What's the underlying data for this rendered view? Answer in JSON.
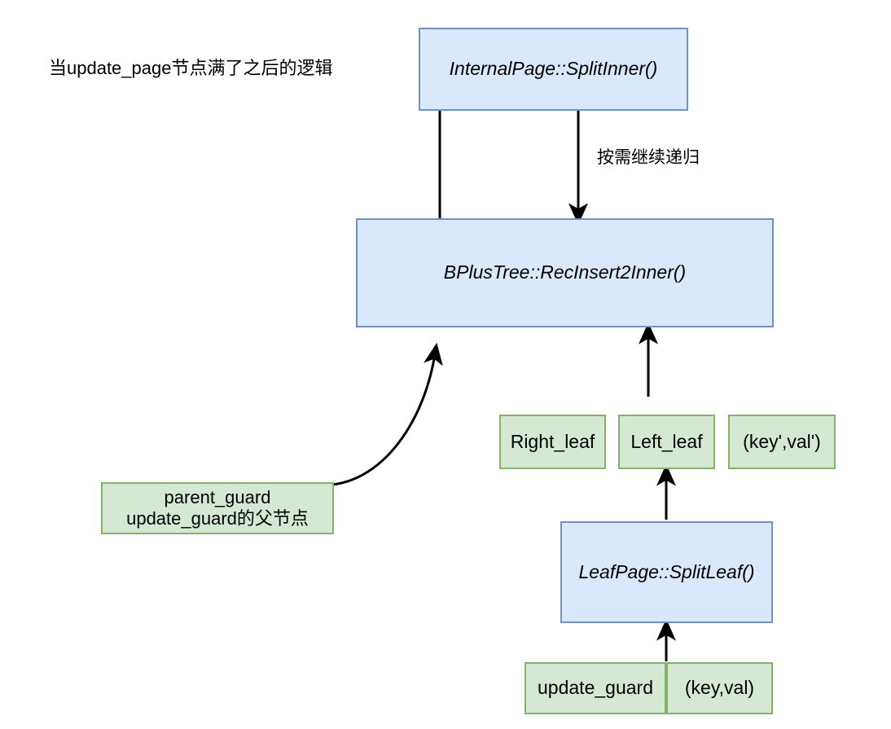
{
  "diagram": {
    "title_note": "当update_page节点满了之后的逻辑",
    "colors": {
      "blue_fill": "#dae8fc",
      "blue_stroke": "#7191c4",
      "green_fill": "#d5e8d4",
      "green_stroke": "#82b366",
      "edge_stroke": "#000000",
      "background": "#ffffff"
    },
    "nodes": {
      "split_inner": "InternalPage::SplitInner()",
      "rec_insert_2_inner": "BPlusTree::RecInsert2Inner()",
      "right_leaf": "Right_leaf",
      "left_leaf": "Left_leaf",
      "key_val_prime": "(key',val')",
      "parent_guard": "parent_guard\nupdate_guard的父节点",
      "split_leaf": "LeafPage::SplitLeaf()",
      "update_guard": "update_guard",
      "key_val": "(key,val)"
    },
    "edge_labels": {
      "recurse_as_needed": "按需继续递归"
    }
  }
}
